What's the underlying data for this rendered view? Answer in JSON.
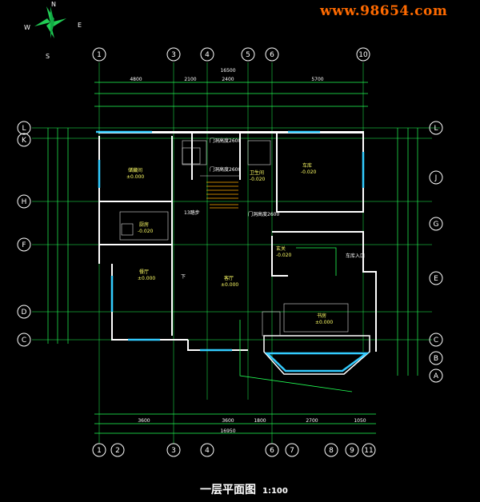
{
  "watermark": "www.98654.com",
  "title": "一层平面图",
  "scale": "1:100",
  "compass": {
    "n": "N",
    "s": "S",
    "w": "W",
    "e": "E"
  },
  "grid_top": [
    "1",
    "3",
    "4",
    "5",
    "6",
    "10"
  ],
  "grid_bottom": [
    "1",
    "2",
    "3",
    "4",
    "6",
    "7",
    "8",
    "9",
    "11"
  ],
  "grid_left": [
    "L",
    "K",
    "H",
    "F",
    "D",
    "C"
  ],
  "grid_right": [
    "L",
    "J",
    "G",
    "E",
    "C",
    "B",
    "A"
  ],
  "dims_top_row1": [
    "4800",
    "2100",
    "2400",
    "5700"
  ],
  "overall_top": "16500",
  "overall_bottom": "16950",
  "dims_bottom_row1": [
    "3600",
    "3600",
    "1800",
    "2700",
    "1050"
  ],
  "rooms": [
    {
      "name": "客厅",
      "elev": "±0.000"
    },
    {
      "name": "车库",
      "elev": "-0.020"
    },
    {
      "name": "厨房",
      "elev": "-0.020"
    },
    {
      "name": "餐厅",
      "elev": "±0.000"
    },
    {
      "name": "玄关",
      "elev": "-0.020"
    },
    {
      "name": "储藏间",
      "elev": "±0.000"
    },
    {
      "name": "书房",
      "elev": "±0.000"
    },
    {
      "name": "卫生间",
      "elev": "-0.020"
    }
  ],
  "notes": {
    "door1": "门洞高度2600",
    "door2": "门洞高度2600",
    "door3": "门洞高度2600",
    "stair": "13踏步",
    "entry": "车库入口",
    "down": "下"
  }
}
